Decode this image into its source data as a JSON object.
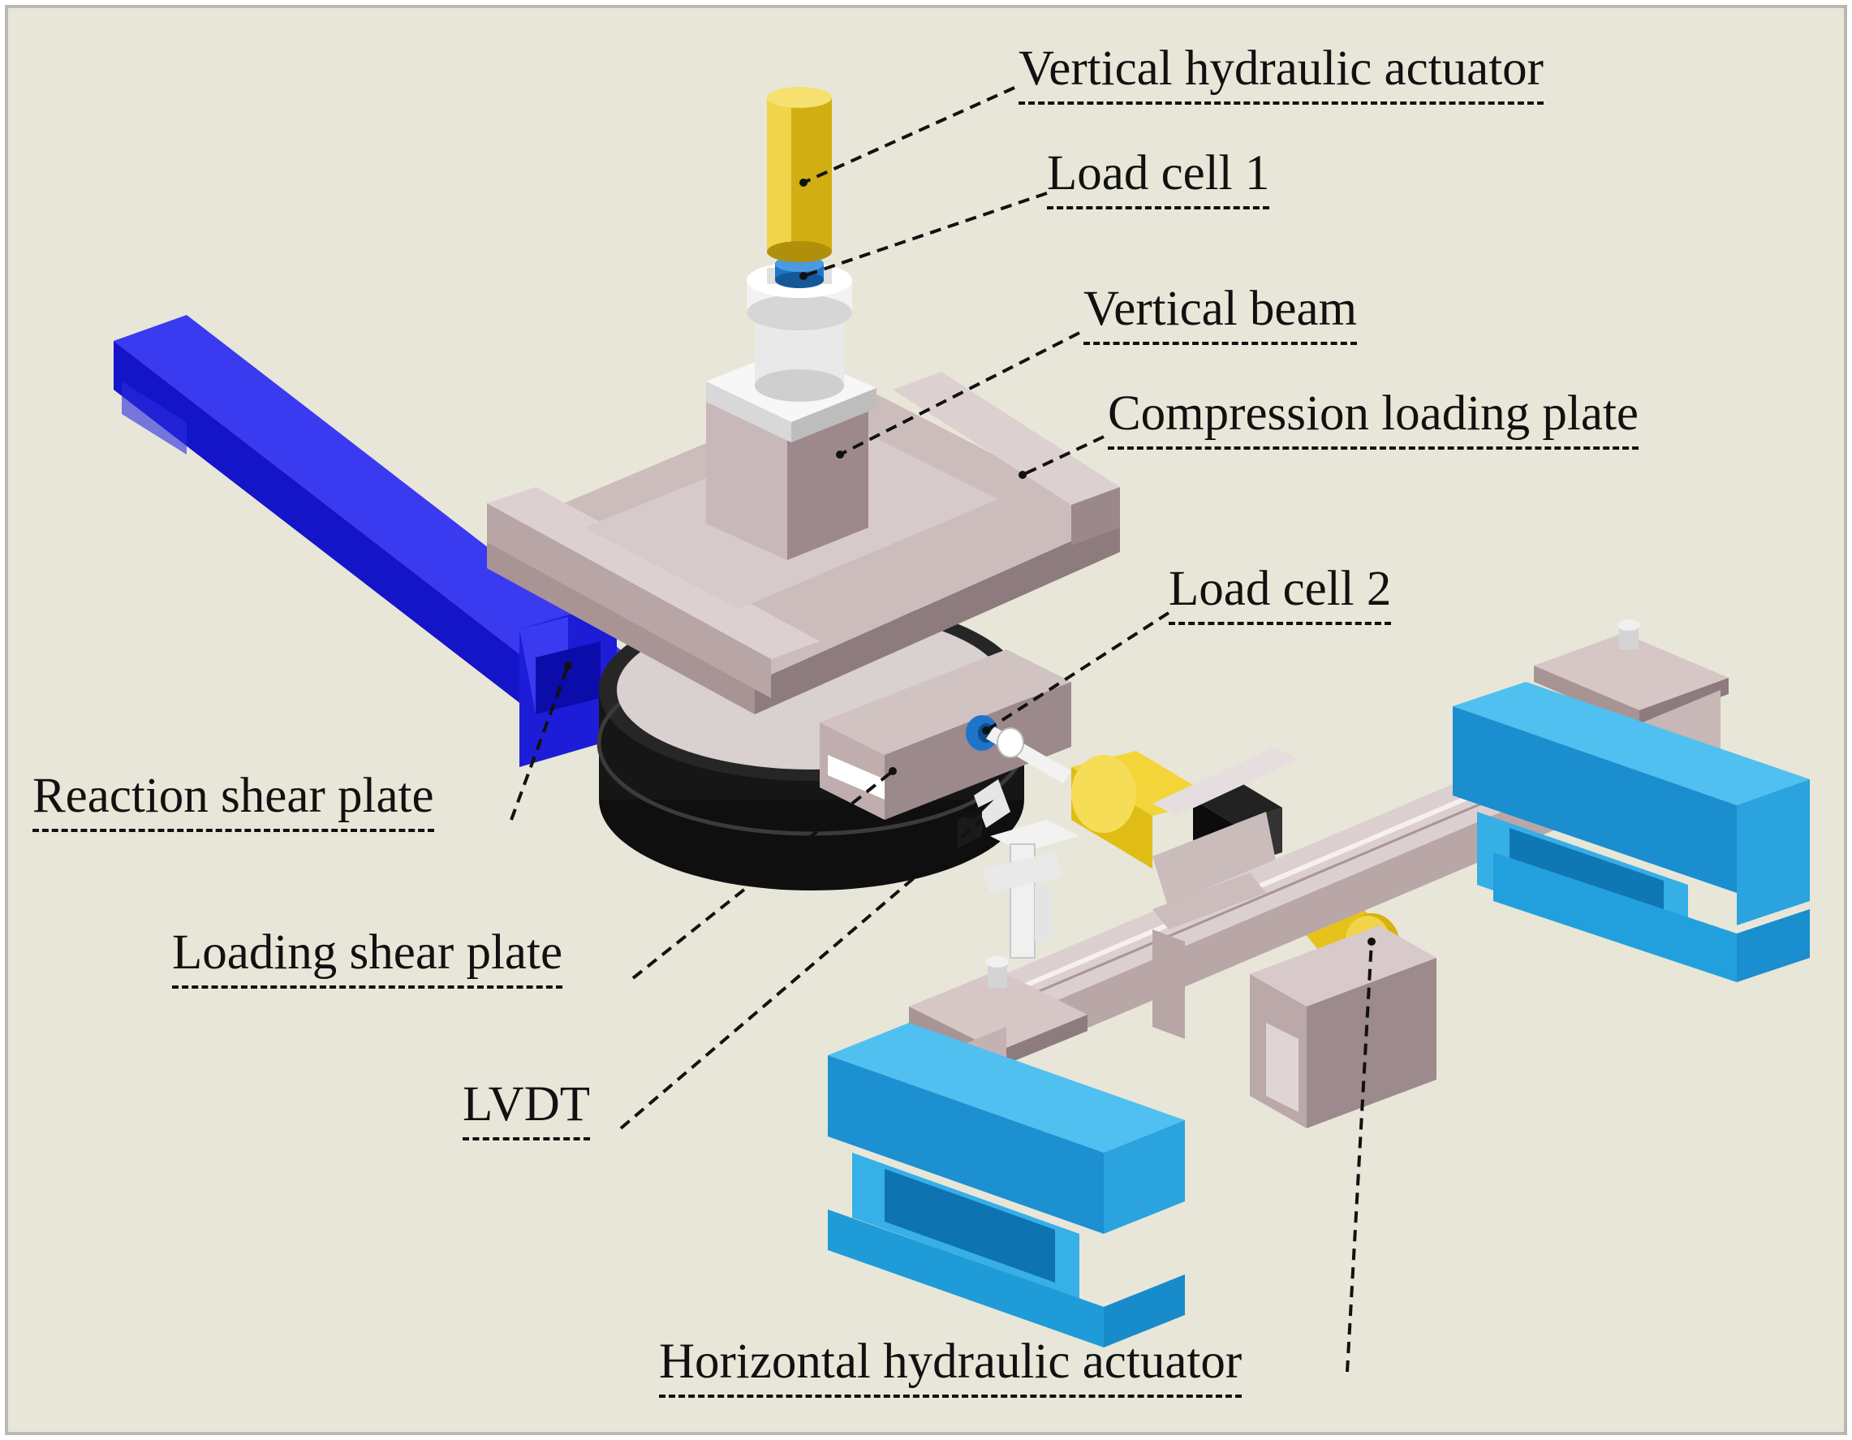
{
  "figure": {
    "colors": {
      "background": "#e8e6d8",
      "frame": "#b9b9b0",
      "steel": "#c7b3b3",
      "steel_dark": "#9e8b8f",
      "reaction_beam": "#1f1fe0",
      "support_beam": "#26a6df",
      "actuator_gold": "#e6c21a",
      "rubber": "#141414",
      "load_cell": "#1e74c8",
      "white_part": "#f2f2f2",
      "leader_line": "#111111"
    },
    "labels": {
      "vertical_hydraulic_actuator": "Vertical hydraulic actuator",
      "load_cell_1": "Load cell 1",
      "vertical_beam": "Vertical beam",
      "compression_loading_plate": "Compression loading plate",
      "load_cell_2": "Load cell 2",
      "reaction_shear_plate": "Reaction shear plate",
      "loading_shear_plate": "Loading shear plate",
      "lvdt": "LVDT",
      "horizontal_hydraulic_actuator": "Horizontal hydraulic actuator"
    }
  }
}
